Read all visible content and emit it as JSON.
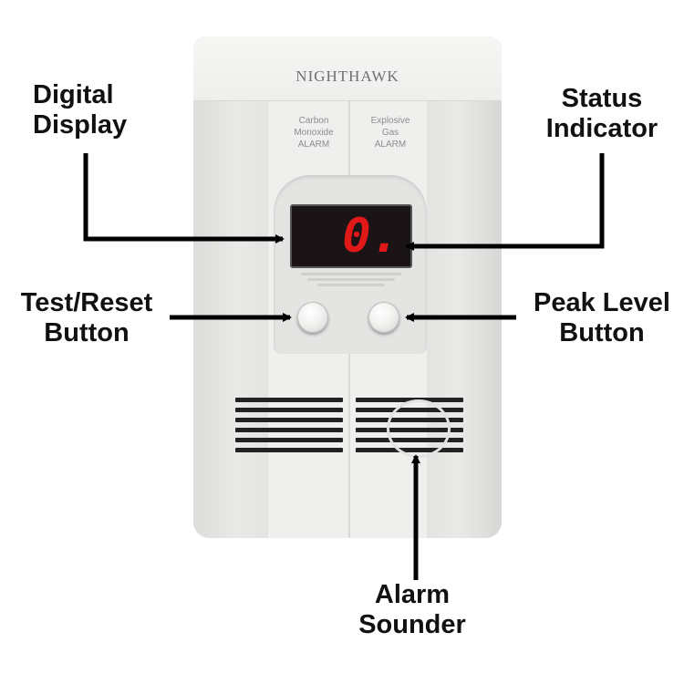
{
  "device": {
    "brand": "NIGHTHAWK",
    "co_label_lines": [
      "Carbon",
      "Monoxide",
      "ALARM"
    ],
    "gas_label_lines": [
      "Explosive",
      "Gas",
      "ALARM"
    ],
    "display_value": "0."
  },
  "callouts": {
    "digital_display": [
      "Digital",
      "Display"
    ],
    "status_indicator": [
      "Status",
      "Indicator"
    ],
    "test_reset_button": [
      "Test/Reset",
      "Button"
    ],
    "peak_level_button": [
      "Peak Level",
      "Button"
    ],
    "alarm_sounder": [
      "Alarm",
      "Sounder"
    ]
  },
  "colors": {
    "display_digits": "#e01818",
    "arrows": "#000000"
  }
}
